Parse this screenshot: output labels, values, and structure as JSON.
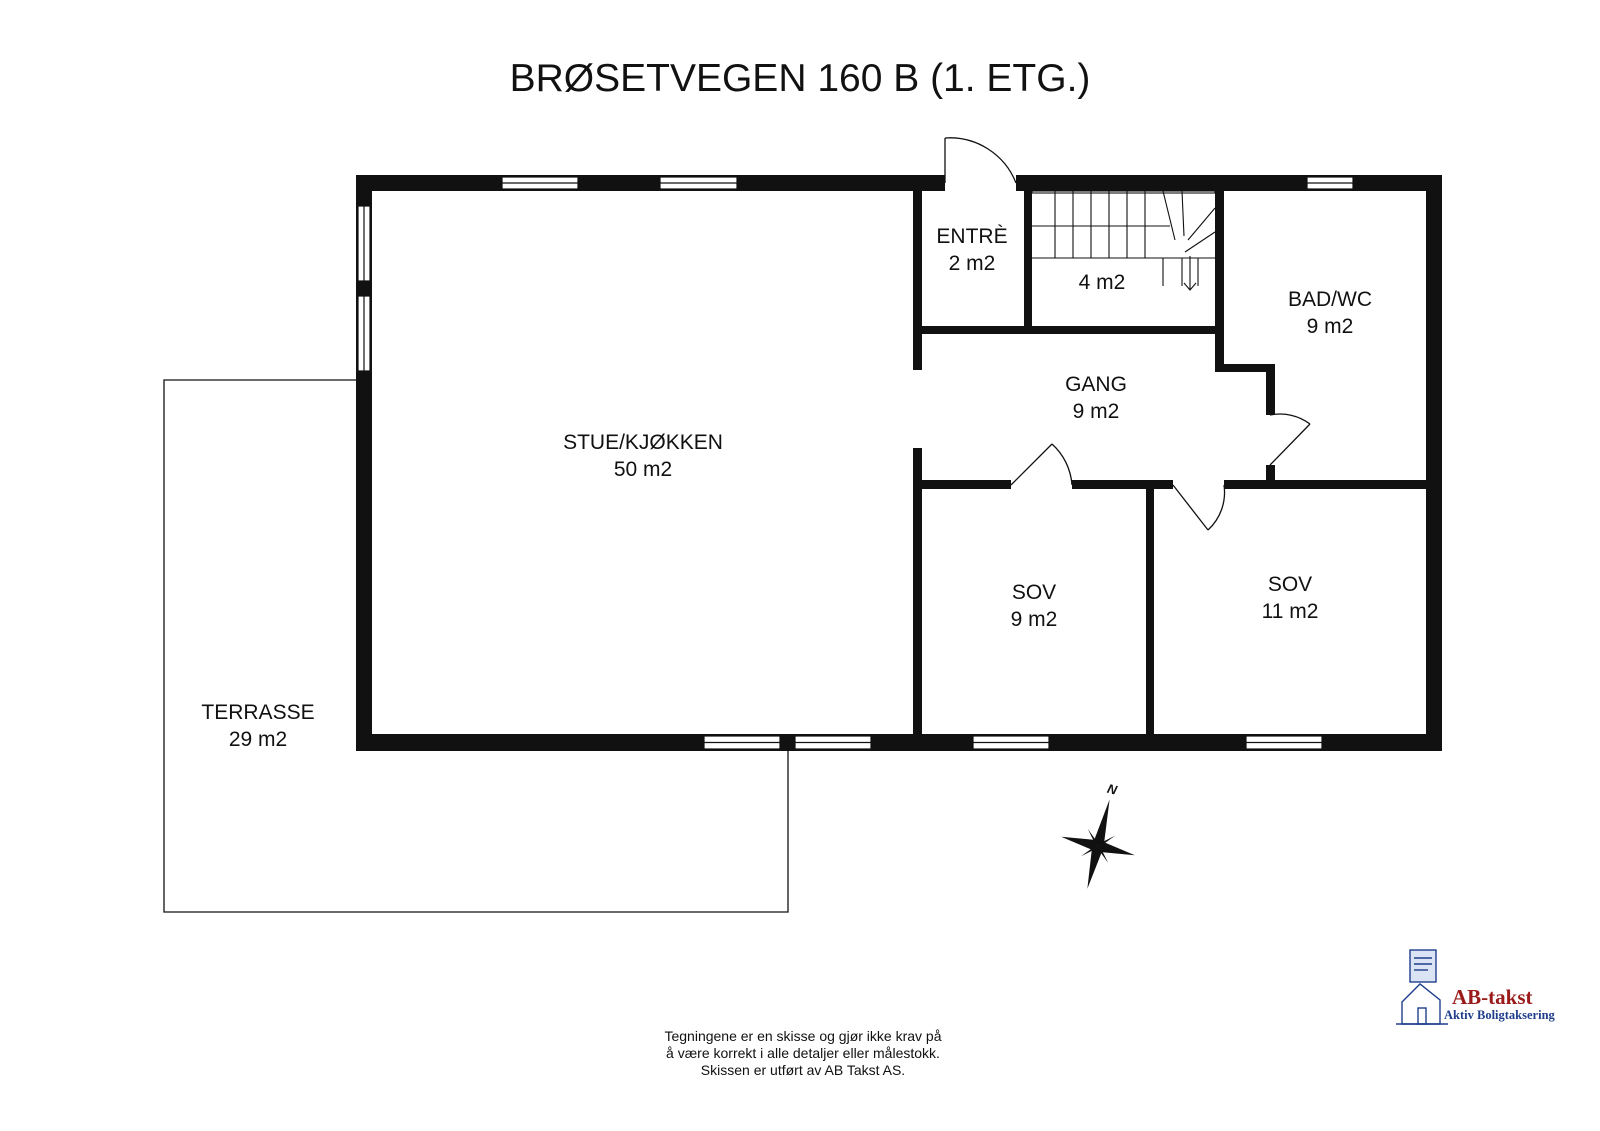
{
  "title": "BRØSETVEGEN 160 B  (1. ETG.)",
  "rooms": [
    {
      "id": "stue",
      "name": "STUE/KJØKKEN",
      "area": "50 m2"
    },
    {
      "id": "entre",
      "name": "ENTRÈ",
      "area": "2 m2"
    },
    {
      "id": "trapp",
      "name": "",
      "area": "4 m2"
    },
    {
      "id": "bad",
      "name": "BAD/WC",
      "area": "9 m2"
    },
    {
      "id": "gang",
      "name": "GANG",
      "area": "9 m2"
    },
    {
      "id": "sov1",
      "name": "SOV",
      "area": "9 m2"
    },
    {
      "id": "sov2",
      "name": "SOV",
      "area": "11 m2"
    },
    {
      "id": "terrasse",
      "name": "TERRASSE",
      "area": "29 m2"
    }
  ],
  "compass": {
    "label": "N"
  },
  "disclaimer": [
    "Tegningene er en skisse og gjør ikke krav på",
    "å være korrekt i alle detaljer eller målestokk.",
    "Skissen er utført av AB Takst AS."
  ],
  "logo": {
    "name": "AB-takst",
    "tagline": "Aktiv Boligtaksering"
  },
  "colors": {
    "wall": "#111111",
    "logo_red": "#9b1b1b",
    "logo_blue": "#1f3f8c"
  }
}
